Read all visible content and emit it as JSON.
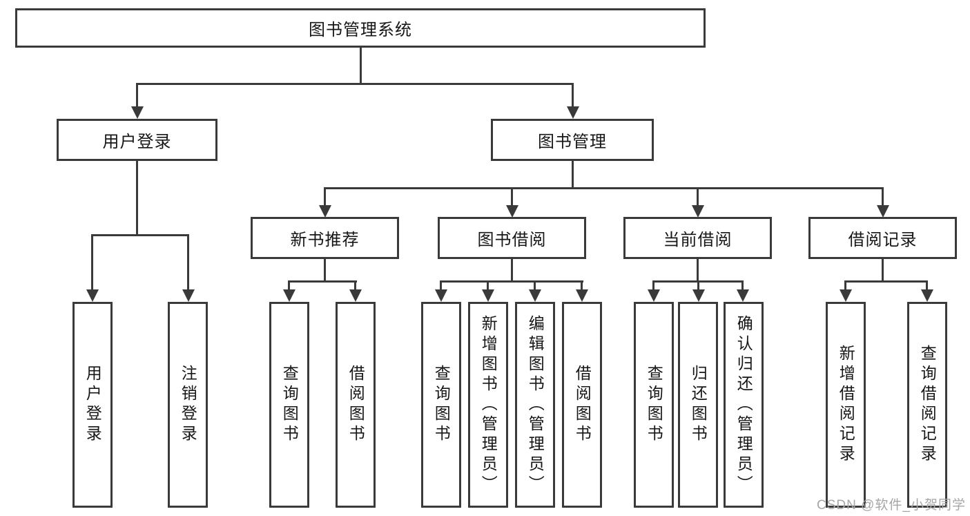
{
  "tree": {
    "root": "图书管理系统",
    "branches": [
      {
        "label": "用户登录",
        "children": [
          "用户登录",
          "注销登录"
        ]
      },
      {
        "label": "图书管理",
        "sections": [
          {
            "label": "新书推荐",
            "children": [
              "查询图书",
              "借阅图书"
            ]
          },
          {
            "label": "图书借阅",
            "children": [
              "查询图书",
              "新增图书（管理员）",
              "编辑图书（管理员）",
              "借阅图书"
            ]
          },
          {
            "label": "当前借阅",
            "children": [
              "查询图书",
              "归还图书",
              "确认归还（管理员）"
            ]
          },
          {
            "label": "借阅记录",
            "children": [
              "新增借阅记录",
              "查询借阅记录"
            ]
          }
        ]
      }
    ]
  },
  "watermark": "CSDN @软件_小贺同学",
  "colors": {
    "line": "#3a3a3a",
    "text": "#161616",
    "watermark": "#a6a6a6",
    "background": "#ffffff"
  }
}
